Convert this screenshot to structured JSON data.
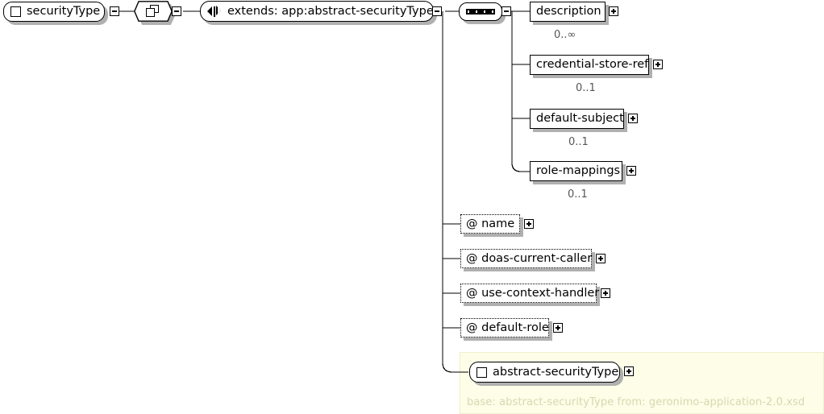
{
  "diagram": {
    "title": "securityType XML schema diagram",
    "root": {
      "name": "securityType",
      "icon": "element-square-icon",
      "toggle": "collapse-toggle"
    },
    "extension": {
      "icon": "extension-overlapping-squares-icon",
      "toggle": "collapse-toggle"
    },
    "extends_node": {
      "label": "extends: app:abstract-securityType",
      "icon": "extends-arrows-icon",
      "toggle": "collapse-toggle"
    },
    "compositor": {
      "type": "sequence",
      "icon": "sequence-icon",
      "dots": 4,
      "toggle": "collapse-toggle"
    },
    "elements": [
      {
        "label": "description",
        "cardinality": "0..∞",
        "toggle": "expand-toggle"
      },
      {
        "label": "credential-store-ref",
        "cardinality": "0..1",
        "toggle": "expand-toggle"
      },
      {
        "label": "default-subject",
        "cardinality": "0..1",
        "toggle": "expand-toggle"
      },
      {
        "label": "role-mappings",
        "cardinality": "0..1",
        "toggle": "expand-toggle"
      }
    ],
    "attributes": [
      {
        "label": "@ name",
        "toggle": "expand-toggle"
      },
      {
        "label": "@ doas-current-caller",
        "toggle": "expand-toggle"
      },
      {
        "label": "@ use-context-handler",
        "toggle": "expand-toggle"
      },
      {
        "label": "@ default-role",
        "toggle": "expand-toggle"
      }
    ],
    "base_panel": {
      "ref_label": "abstract-securityType",
      "ref_icon": "element-square-icon",
      "toggle": "expand-toggle",
      "note": "base: abstract-securityType from: geronimo-application-2.0.xsd"
    },
    "colors": {
      "panel_bg": "#fdfde8",
      "panel_border": "#efefcf",
      "note_text": "#d8d8b0",
      "line": "#000000",
      "shadow": "#b0b0b0"
    }
  }
}
